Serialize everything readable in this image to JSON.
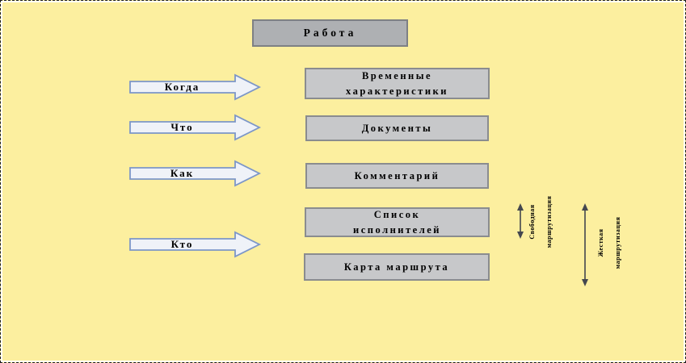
{
  "diagram": {
    "title": "Работа",
    "arrows": [
      {
        "label": "Когда"
      },
      {
        "label": "Что"
      },
      {
        "label": "Как"
      },
      {
        "label": "Кто"
      }
    ],
    "boxes": [
      {
        "line1": "Временные",
        "line2": "характеристики"
      },
      {
        "line1": "Документы"
      },
      {
        "line1": "Комментарий"
      },
      {
        "line1": "Список",
        "line2": "исполнителей"
      },
      {
        "line1": "Карта маршрута"
      }
    ],
    "routing": [
      {
        "line1": "Свободная",
        "line2": "маршрутизация"
      },
      {
        "line1": "Жесткая",
        "line2": "маршрутизация"
      }
    ],
    "colors": {
      "background": "#FCEF9F",
      "box_fill": "#C7C8CA",
      "box_border": "#8A8C8F",
      "title_fill": "#AEB0B3",
      "title_border": "#7E8084",
      "arrow_fill": "#EFF2F8",
      "arrow_border": "#7C96C8",
      "range_arrow": "#44474F"
    }
  }
}
